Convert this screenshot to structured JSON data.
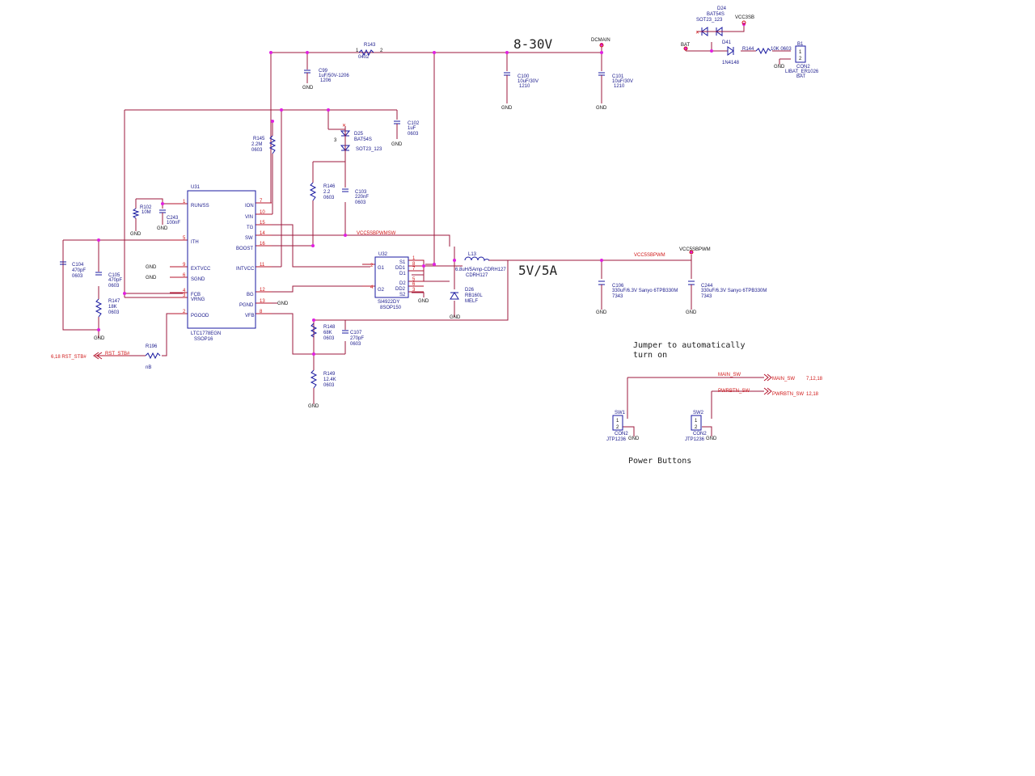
{
  "colors": {
    "wire": "#9c1a3c",
    "component": "#1a1aa0",
    "junction": "#e020e0",
    "net_label": "#d01818",
    "text": "#1a1a8c"
  },
  "big_labels": {
    "input_range": "8-30V",
    "output_rating": "5V/5A"
  },
  "notes": {
    "jumper_line1": "Jumper to automatically",
    "jumper_line2": "turn on",
    "power_buttons": "Power Buttons"
  },
  "gnd": "GND",
  "nets": {
    "dcmain": "DCMAIN",
    "vcc3sb": "VCC3SB",
    "bat": "BAT",
    "vcc5sbpwmsw": "VCC5SBPWMSW",
    "vcc5sbpwm": "VCC5SBPWM",
    "vcc5sbpwm_top": "VCC5SBPWM",
    "rst_stb": "RST_STB#",
    "rst_stb_ref": "6,18  RST_STB#",
    "main_sw": "MAIN_SW",
    "main_sw_port": "MAIN_SW",
    "main_sw_ref": "7,12,18",
    "pwrbtn_sw": "PWRBTN_SW",
    "pwrbtn_sw_port": "PWRBTN_SW",
    "pwrbtn_sw_ref": "12,18"
  },
  "u31": {
    "ref": "U31",
    "part": "LTC1778EGN",
    "package": "SSOP16",
    "left_pins": [
      {
        "num": "1",
        "name": "RUN/SS"
      },
      {
        "num": "5",
        "name": "ITH"
      },
      {
        "num": "9",
        "name": "EXTVCC"
      },
      {
        "num": "6",
        "name": "SGND"
      },
      {
        "num": "4",
        "name": "FCB"
      },
      {
        "num": "3",
        "name": "VRNG"
      },
      {
        "num": "2",
        "name": "PGOOD"
      }
    ],
    "right_pins": [
      {
        "num": "7",
        "name": "ION"
      },
      {
        "num": "10",
        "name": "VIN"
      },
      {
        "num": "15",
        "name": "TG"
      },
      {
        "num": "14",
        "name": "SW"
      },
      {
        "num": "16",
        "name": "BOOST"
      },
      {
        "num": "11",
        "name": "INTVCC"
      },
      {
        "num": "12",
        "name": "BG"
      },
      {
        "num": "13",
        "name": "PGND"
      },
      {
        "num": "8",
        "name": "VFB"
      }
    ]
  },
  "u32": {
    "ref": "U32",
    "part": "SI4922DY",
    "package": "8SOP150",
    "left_pins": [
      {
        "num": "2",
        "name": "G1"
      },
      {
        "num": "4",
        "name": "G2"
      }
    ],
    "right_pins": [
      {
        "num": "1",
        "name": "S1"
      },
      {
        "num": "8",
        "name": "DD1"
      },
      {
        "num": "7",
        "name": "D1"
      },
      {
        "num": "5",
        "name": "D2"
      },
      {
        "num": "6",
        "name": "DD2"
      },
      {
        "num": "3",
        "name": "S2"
      }
    ]
  },
  "components": {
    "r143": {
      "ref": "R143",
      "value": "0402",
      "pin1": "1",
      "pin2": "2"
    },
    "c99": {
      "ref": "C99",
      "value": "1uF/50V-1206",
      "package": "1206"
    },
    "c100": {
      "ref": "C100",
      "value": "10uF/30V",
      "package": "1210"
    },
    "c101": {
      "ref": "C101",
      "value": "10uF/30V",
      "package": "1210"
    },
    "c102": {
      "ref": "C102",
      "value": "1uF",
      "package": "0603"
    },
    "d25": {
      "ref": "D25",
      "value": "BAT54S",
      "package": "SOT23_123",
      "pin": "3"
    },
    "r145": {
      "ref": "R145",
      "value": "2.2M",
      "package": "0603"
    },
    "r146": {
      "ref": "R146",
      "value": "2.2",
      "package": "0603"
    },
    "c103": {
      "ref": "C103",
      "value": "220nF",
      "package": "0603"
    },
    "r102": {
      "ref": "R102",
      "value": "10M"
    },
    "c243": {
      "ref": "C243",
      "value": "100nF"
    },
    "c104": {
      "ref": "C104",
      "value": "470pF",
      "package": "0603"
    },
    "c105": {
      "ref": "C105",
      "value": "470pF",
      "package": "0603"
    },
    "r147": {
      "ref": "R147",
      "value": "18K",
      "package": "0603"
    },
    "r196": {
      "ref": "R196",
      "value": "nB"
    },
    "l13": {
      "ref": "L13",
      "value": "6.8uH/5Amp-CDRH127",
      "package": "CDRH127"
    },
    "d26": {
      "ref": "D26",
      "value": "RB160L",
      "package": "MELF"
    },
    "c106": {
      "ref": "C106",
      "value": "330uF/6.3V Sanyo 6TPB330M",
      "package": "7343"
    },
    "c244": {
      "ref": "C244",
      "value": "330uF/6.3V Sanyo 6TPB330M",
      "package": "7343"
    },
    "r148": {
      "ref": "R148",
      "value": "68K",
      "package": "0603"
    },
    "c107": {
      "ref": "C107",
      "value": "270pF",
      "package": "0603"
    },
    "r149": {
      "ref": "R149",
      "value": "12.4K",
      "package": "0603"
    },
    "d24": {
      "ref": "D24",
      "value": "BAT54S",
      "package": "SOT23_123"
    },
    "d41": {
      "ref": "D41",
      "value": "1N4148"
    },
    "r144": {
      "ref": "R144",
      "value": "10K 0603"
    },
    "b1": {
      "ref": "B1",
      "part": "CON2",
      "value": "LIBAT_ER1026",
      "sub": "BAT",
      "pin1": "1",
      "pin2": "2"
    },
    "sw1": {
      "ref": "SW1",
      "part": "CON2",
      "value": "JTP1236",
      "pin1": "1",
      "pin2": "2"
    },
    "sw2": {
      "ref": "SW2",
      "part": "CON2",
      "value": "JTP1236",
      "pin1": "1",
      "pin2": "2"
    }
  }
}
